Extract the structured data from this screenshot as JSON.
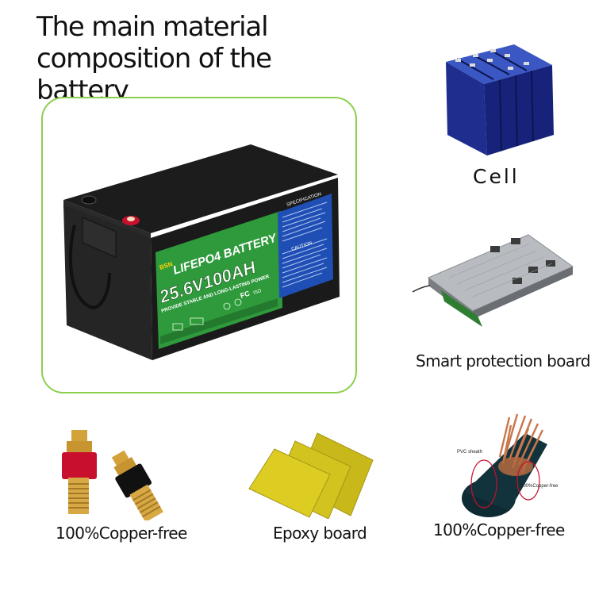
{
  "title": {
    "line1": "The main material",
    "line2": "composition of the battery"
  },
  "battery": {
    "brand": "BSN",
    "name": "LIFEPO4 BATTERY",
    "rating": "25.6V100AH",
    "tagline": "PROVIDE STABLE AND LONG-LASTING POWER",
    "spec_title": "SPECIFICATION",
    "caution_title": "CAUTION",
    "cert_fc": "FC",
    "cert_iso": "ISO"
  },
  "components": {
    "cell": "Cell",
    "board": "Smart protection board",
    "terminals": "100%Copper-free",
    "epoxy": "Epoxy board",
    "cable": "100%Copper-free"
  },
  "cable_labels": {
    "sheath": "PVC sheath",
    "core": "100%Copper-free"
  },
  "colors": {
    "frame_border": "#8ccf4e",
    "label_green": "#2f9a3c",
    "label_blue": "#1f4fb5",
    "cell_blue": "#1e2d8f",
    "epoxy_yellow": "#d9cc1c",
    "copper": "#c8764a"
  }
}
